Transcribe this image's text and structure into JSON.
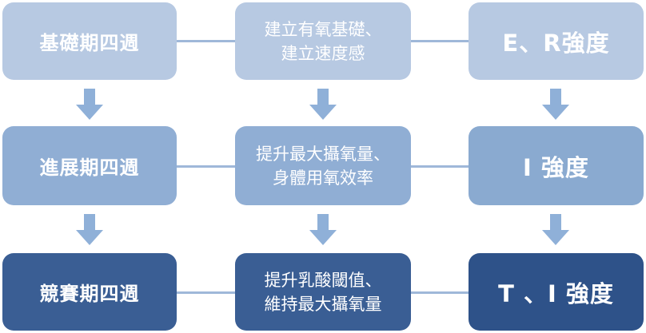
{
  "rows": [
    {
      "phase": "基礎期四週",
      "goal": "建立有氧基礎、\n建立速度感",
      "intensity": "E、R強度"
    },
    {
      "phase": "進展期四週",
      "goal": "提升最大攝氧量、\n身體用氧效率",
      "intensity": "I 強度"
    },
    {
      "phase": "競賽期四週",
      "goal": "提升乳酸閾值、\n維持最大攝氧量",
      "intensity": "T 、I 強度"
    }
  ],
  "colors": {
    "row1_fill": "#b7c9e2",
    "row2_fill": "#90aed4",
    "row3_fill": "#3a5e94",
    "arrow": "#8fb0d8",
    "connector": "#9fb8d9"
  }
}
